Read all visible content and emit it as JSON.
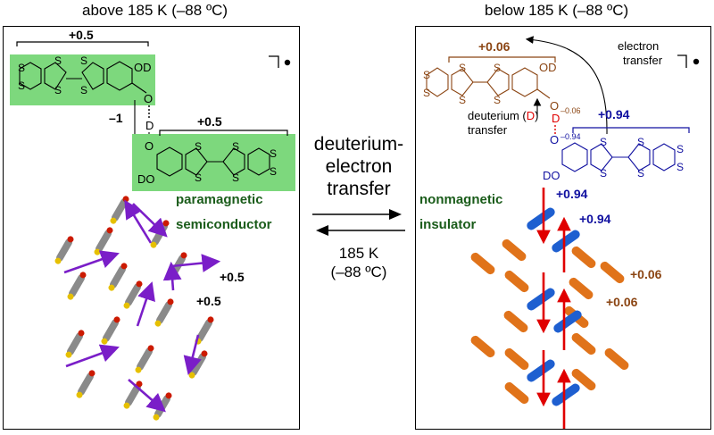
{
  "left_panel": {
    "title": "above 185 K (–88 ºC)",
    "top_charge": "+0.5",
    "bottom_charge": "+0.5",
    "link_charge": "–1",
    "phase_label_line1": "paramagnetic",
    "phase_label_line2": "semiconductor",
    "crystal_charge_a": "+0.5",
    "crystal_charge_b": "+0.5",
    "atom_S": "S",
    "atom_OD": "OD",
    "atom_DO": "DO",
    "atom_O": "O",
    "atom_D": "D"
  },
  "right_panel": {
    "title": "below 185 K (–88 ºC)",
    "top_charge": "+0.06",
    "bottom_charge": "+0.94",
    "o_charge_top": "–0.06",
    "o_charge_bottom": "–0.94",
    "electron_transfer_line1": "electron",
    "electron_transfer_line2": "transfer",
    "deut_transfer_line1": "deuterium (",
    "deut_transfer_D": "D",
    "deut_transfer_close": ")",
    "deut_transfer_line2": "transfer",
    "phase_label_line1": "nonmagnetic",
    "phase_label_line2": "insulator",
    "crystal_charge_blue_a": "+0.94",
    "crystal_charge_blue_b": "+0.94",
    "crystal_charge_orange_a": "+0.06",
    "crystal_charge_orange_b": "+0.06"
  },
  "center": {
    "line1": "deuterium-",
    "line2": "electron",
    "line3": "transfer",
    "temp_line1": "185 K",
    "temp_line2": "(–88 ºC)"
  },
  "colors": {
    "green_box": "#7dd87d",
    "green_text": "#1a5c1a",
    "brown": "#8b4513",
    "blue": "#1010a0",
    "purple": "#7a1ec8",
    "red_arrow": "#e00000",
    "orange_mol": "#e0731a",
    "blue_mol": "#1e5fd0",
    "gray_mol": "#8a8a8a"
  }
}
